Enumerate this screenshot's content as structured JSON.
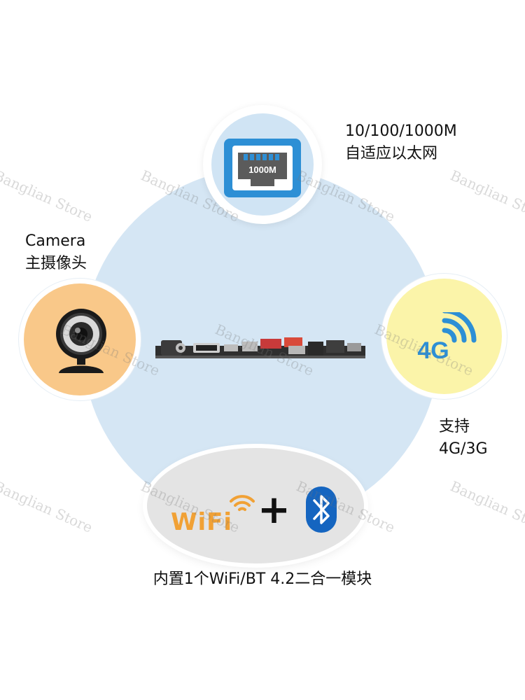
{
  "features": {
    "ethernet": {
      "icon": "ethernet-port-icon",
      "port_label": "1000M",
      "line1": "10/100/1000M",
      "line2": "自适应以太网",
      "color": "#2d8fd5"
    },
    "camera": {
      "icon": "webcam-icon",
      "line1": "Camera",
      "line2": "主摄像头",
      "color": "#f9c889"
    },
    "cellular": {
      "icon": "4g-signal-icon",
      "badge": "4G",
      "line1": "支持",
      "line2": "4G/3G",
      "color": "#fbf4a9"
    },
    "wireless": {
      "wifi_text": "WiFi",
      "plus": "+",
      "icons": [
        "wifi-logo-icon",
        "bluetooth-icon"
      ],
      "caption": "内置1个WiFi/BT 4.2二合一模块",
      "wifi_color": "#f1a135",
      "bt_color": "#1565c0"
    }
  },
  "watermark": "Banglian Store"
}
